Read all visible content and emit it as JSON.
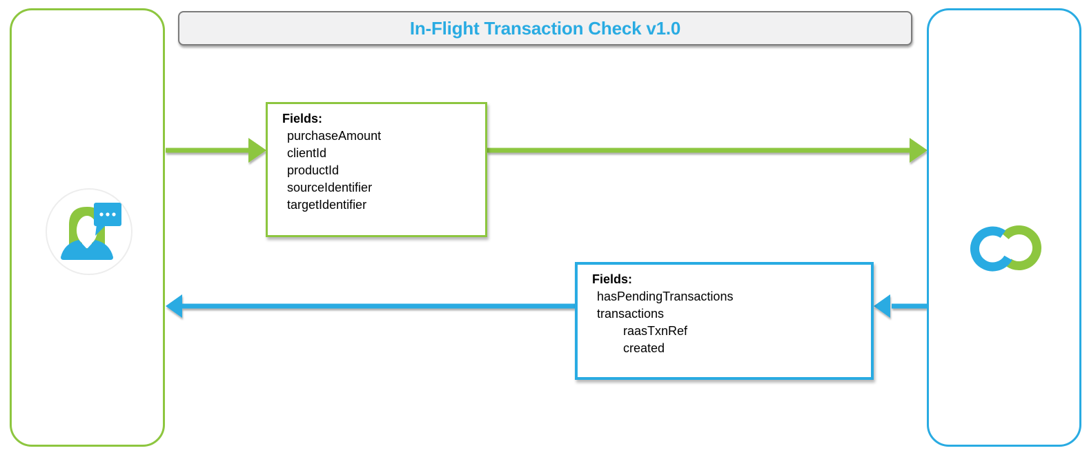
{
  "diagram": {
    "title": "In-Flight Transaction Check v1.0"
  },
  "actors": {
    "client": {
      "icon": "person-with-speech-bubble-icon"
    },
    "service": {
      "icon": "interlocking-rings-icon"
    }
  },
  "request_box": {
    "heading": "Fields:",
    "items": [
      "purchaseAmount",
      "clientId",
      "productId",
      "sourceIdentifier",
      "targetIdentifier"
    ]
  },
  "response_box": {
    "heading": "Fields:",
    "items": [
      "hasPendingTransactions",
      "transactions",
      "raasTxnRef",
      "created"
    ]
  },
  "colors": {
    "green": "#8DC63F",
    "blue": "#29ABE2",
    "orange": "#F9A93B",
    "title_text": "#29ABE2",
    "title_bg": "#F1F1F2",
    "title_border": "#7B7B7B",
    "box_text": "#000000"
  }
}
